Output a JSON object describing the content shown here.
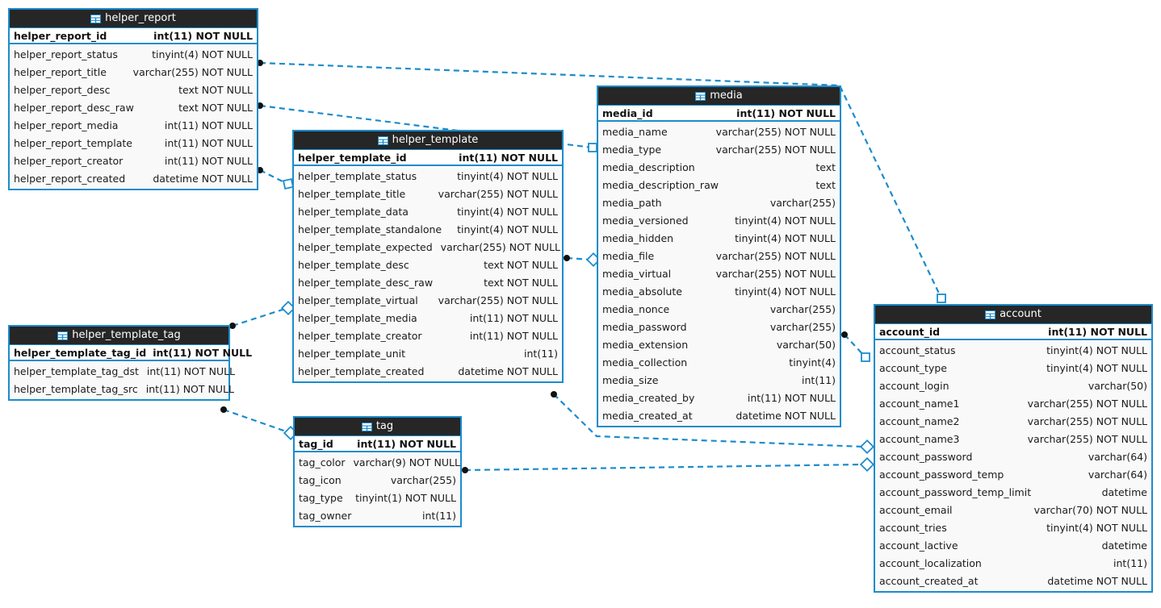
{
  "diagram": {
    "type": "entity-relationship-diagram",
    "colors": {
      "accent": "#1b8ccc",
      "header_background": "#262626",
      "header_text": "#ffffff",
      "pk_row_background": "#ffffff",
      "row_background": "#f9f9f9",
      "text": "#1a1a1a",
      "edge": "#1b8ccc"
    },
    "icon": "table-icon",
    "entities": [
      {
        "id": "helper_report",
        "name": "helper_report",
        "primary_key": {
          "name": "helper_report_id",
          "type": "int(11) NOT NULL"
        },
        "columns": [
          {
            "name": "helper_report_status",
            "type": "tinyint(4) NOT NULL"
          },
          {
            "name": "helper_report_title",
            "type": "varchar(255) NOT NULL"
          },
          {
            "name": "helper_report_desc",
            "type": "text NOT NULL"
          },
          {
            "name": "helper_report_desc_raw",
            "type": "text NOT NULL"
          },
          {
            "name": "helper_report_media",
            "type": "int(11) NOT NULL"
          },
          {
            "name": "helper_report_template",
            "type": "int(11) NOT NULL"
          },
          {
            "name": "helper_report_creator",
            "type": "int(11) NOT NULL"
          },
          {
            "name": "helper_report_created",
            "type": "datetime NOT NULL"
          }
        ]
      },
      {
        "id": "helper_template",
        "name": "helper_template",
        "primary_key": {
          "name": "helper_template_id",
          "type": "int(11) NOT NULL"
        },
        "columns": [
          {
            "name": "helper_template_status",
            "type": "tinyint(4) NOT NULL"
          },
          {
            "name": "helper_template_title",
            "type": "varchar(255) NOT NULL"
          },
          {
            "name": "helper_template_data",
            "type": "tinyint(4) NOT NULL"
          },
          {
            "name": "helper_template_standalone",
            "type": "tinyint(4) NOT NULL"
          },
          {
            "name": "helper_template_expected",
            "type": "varchar(255) NOT NULL"
          },
          {
            "name": "helper_template_desc",
            "type": "text NOT NULL"
          },
          {
            "name": "helper_template_desc_raw",
            "type": "text NOT NULL"
          },
          {
            "name": "helper_template_virtual",
            "type": "varchar(255) NOT NULL"
          },
          {
            "name": "helper_template_media",
            "type": "int(11) NOT NULL"
          },
          {
            "name": "helper_template_creator",
            "type": "int(11) NOT NULL"
          },
          {
            "name": "helper_template_unit",
            "type": "int(11)"
          },
          {
            "name": "helper_template_created",
            "type": "datetime NOT NULL"
          }
        ]
      },
      {
        "id": "media",
        "name": "media",
        "primary_key": {
          "name": "media_id",
          "type": "int(11) NOT NULL"
        },
        "columns": [
          {
            "name": "media_name",
            "type": "varchar(255) NOT NULL"
          },
          {
            "name": "media_type",
            "type": "varchar(255) NOT NULL"
          },
          {
            "name": "media_description",
            "type": "text"
          },
          {
            "name": "media_description_raw",
            "type": "text"
          },
          {
            "name": "media_path",
            "type": "varchar(255)"
          },
          {
            "name": "media_versioned",
            "type": "tinyint(4) NOT NULL"
          },
          {
            "name": "media_hidden",
            "type": "tinyint(4) NOT NULL"
          },
          {
            "name": "media_file",
            "type": "varchar(255) NOT NULL"
          },
          {
            "name": "media_virtual",
            "type": "varchar(255) NOT NULL"
          },
          {
            "name": "media_absolute",
            "type": "tinyint(4) NOT NULL"
          },
          {
            "name": "media_nonce",
            "type": "varchar(255)"
          },
          {
            "name": "media_password",
            "type": "varchar(255)"
          },
          {
            "name": "media_extension",
            "type": "varchar(50)"
          },
          {
            "name": "media_collection",
            "type": "tinyint(4)"
          },
          {
            "name": "media_size",
            "type": "int(11)"
          },
          {
            "name": "media_created_by",
            "type": "int(11) NOT NULL"
          },
          {
            "name": "media_created_at",
            "type": "datetime NOT NULL"
          }
        ]
      },
      {
        "id": "account",
        "name": "account",
        "primary_key": {
          "name": "account_id",
          "type": "int(11) NOT NULL"
        },
        "columns": [
          {
            "name": "account_status",
            "type": "tinyint(4) NOT NULL"
          },
          {
            "name": "account_type",
            "type": "tinyint(4) NOT NULL"
          },
          {
            "name": "account_login",
            "type": "varchar(50)"
          },
          {
            "name": "account_name1",
            "type": "varchar(255) NOT NULL"
          },
          {
            "name": "account_name2",
            "type": "varchar(255) NOT NULL"
          },
          {
            "name": "account_name3",
            "type": "varchar(255) NOT NULL"
          },
          {
            "name": "account_password",
            "type": "varchar(64)"
          },
          {
            "name": "account_password_temp",
            "type": "varchar(64)"
          },
          {
            "name": "account_password_temp_limit",
            "type": "datetime"
          },
          {
            "name": "account_email",
            "type": "varchar(70) NOT NULL"
          },
          {
            "name": "account_tries",
            "type": "tinyint(4) NOT NULL"
          },
          {
            "name": "account_lactive",
            "type": "datetime"
          },
          {
            "name": "account_localization",
            "type": "int(11)"
          },
          {
            "name": "account_created_at",
            "type": "datetime NOT NULL"
          }
        ]
      },
      {
        "id": "helper_template_tag",
        "name": "helper_template_tag",
        "primary_key": {
          "name": "helper_template_tag_id",
          "type": "int(11) NOT NULL"
        },
        "columns": [
          {
            "name": "helper_template_tag_dst",
            "type": "int(11) NOT NULL"
          },
          {
            "name": "helper_template_tag_src",
            "type": "int(11) NOT NULL"
          }
        ]
      },
      {
        "id": "tag",
        "name": "tag",
        "primary_key": {
          "name": "tag_id",
          "type": "int(11) NOT NULL"
        },
        "columns": [
          {
            "name": "tag_color",
            "type": "varchar(9) NOT NULL"
          },
          {
            "name": "tag_icon",
            "type": "varchar(255)"
          },
          {
            "name": "tag_type",
            "type": "tinyint(1) NOT NULL"
          },
          {
            "name": "tag_owner",
            "type": "int(11)"
          }
        ]
      }
    ],
    "relationships": [
      {
        "from": "helper_report.helper_report_status",
        "to": "account",
        "from_marker": "dot",
        "to_marker": "square"
      },
      {
        "from": "helper_report.helper_report_desc",
        "to": "media.media_name",
        "from_marker": "dot",
        "to_marker": "square"
      },
      {
        "from": "helper_report.helper_report_creator",
        "to": "helper_template.helper_template_status",
        "from_marker": "dot",
        "to_marker": "square"
      },
      {
        "from": "helper_template.helper_template_expected",
        "to": "media.media_file",
        "from_marker": "dot",
        "to_marker": "diamond"
      },
      {
        "from": "helper_template.helper_template_created",
        "to": "account.account_name3",
        "from_marker": "dot",
        "to_marker": "diamond"
      },
      {
        "from": "helper_template_tag.helper_template_tag_id",
        "to": "helper_template.helper_template_virtual",
        "from_marker": "dot",
        "to_marker": "diamond"
      },
      {
        "from": "helper_template_tag.helper_template_tag_src",
        "to": "tag",
        "from_marker": "dot",
        "to_marker": "diamond"
      },
      {
        "from": "media.media_password",
        "to": "account.account_status",
        "from_marker": "dot",
        "to_marker": "square"
      },
      {
        "from": "tag.tag_color",
        "to": "account.account_password",
        "from_marker": "dot",
        "to_marker": "diamond"
      }
    ]
  }
}
